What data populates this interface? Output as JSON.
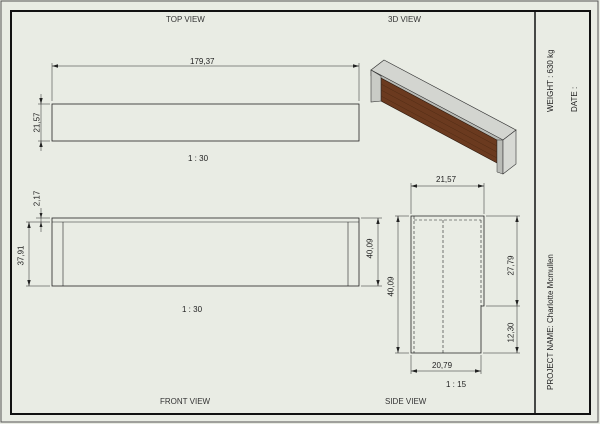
{
  "views": {
    "top_view": "TOP VIEW",
    "view_3d": "3D VIEW",
    "front_view": "FRONT VIEW",
    "side_view": "SIDE VIEW"
  },
  "scales": {
    "top": "1 : 30",
    "front": "1 : 30",
    "side": "1 : 15"
  },
  "dimensions": {
    "top_length": "179,37",
    "top_depth": "21,57",
    "front_top_gap": "2,17",
    "front_height_left": "37,91",
    "front_height_right": "40,09",
    "side_top_width": "21,57",
    "side_height": "40,09",
    "side_upper": "27,79",
    "side_lower": "12,30",
    "side_bottom_width": "20,79"
  },
  "title_block": {
    "weight": "WEIGHT : 630 kg",
    "date": "DATE :",
    "project": "PROJECT NAME: Charlotte Mcmullen"
  },
  "colors": {
    "paper": "#e9ece4",
    "line": "#222222",
    "wood": "#6b3a1f",
    "metal": "#c9cbc6"
  }
}
